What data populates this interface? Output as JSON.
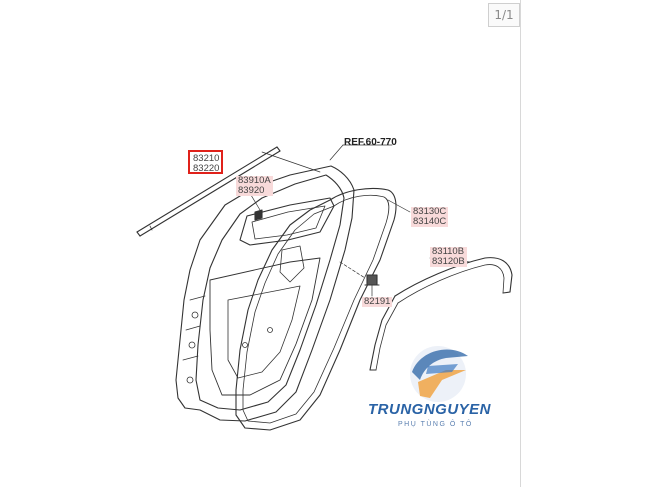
{
  "viewer": {
    "page_counter": "1/1"
  },
  "diagram": {
    "reference": "REF.60-770",
    "parts": {
      "p83210": {
        "line1": "83210",
        "line2": "83220"
      },
      "p83910": {
        "line1": "83910A",
        "line2": "83920"
      },
      "p83130": {
        "line1": "83130C",
        "line2": "83140C"
      },
      "p83110": {
        "line1": "83110B",
        "line2": "83120B"
      },
      "p82191": {
        "line1": "82191"
      }
    },
    "highlight_color": "#e0211a",
    "label_bg_color": "#f8dada"
  },
  "watermark": {
    "brand_part1": "TRUNG",
    "brand_part2": "NGUYEN",
    "tagline": "PHỤ TÙNG Ô TÔ",
    "colors": {
      "blue": "#2a63a6",
      "orange": "#f0a03a"
    }
  }
}
